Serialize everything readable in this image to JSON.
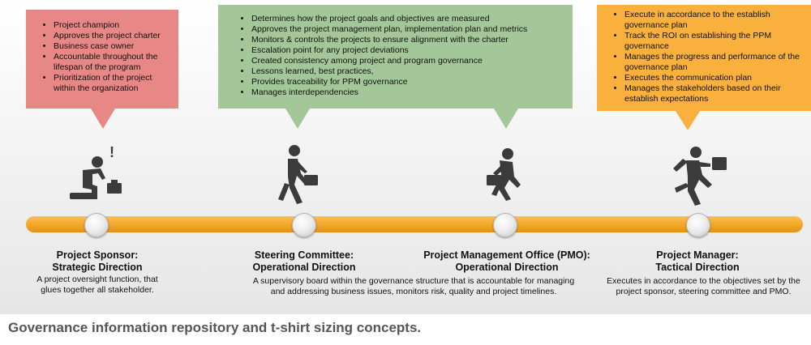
{
  "callouts": {
    "sponsor": [
      "Project champion",
      "Approves the project charter",
      "Business case owner",
      "Accountable throughout the lifespan of the program",
      "Prioritization of the project within the organization"
    ],
    "steering": [
      "Determines how the project goals and objectives are measured",
      "Approves the project management plan, implementation plan and metrics",
      "Monitors & controls the projects to ensure alignment with the charter",
      "Escalation point for any project deviations",
      "Created consistency among project and program governance",
      "Lessons learned, best practices,",
      "Provides traceability  for PPM governance",
      "Manages interdependencies"
    ],
    "manager": [
      "Execute in accordance to the establish governance plan",
      "Track the ROI on establishing the PPM governance",
      "Manages the progress and performance of the governance plan",
      "Executes the communication plan",
      "Manages the stakeholders based on their establish expectations"
    ]
  },
  "stages": {
    "sponsor": {
      "title": "Project Sponsor:",
      "subtitle": "Strategic Direction",
      "desc": "A project oversight function, that glues together all stakeholder."
    },
    "steering": {
      "title": "Steering Committee:",
      "subtitle": "Operational Direction",
      "desc": "A supervisory board within the governance structure that is accountable for managing and addressing business issues, monitors risk, quality and project timelines."
    },
    "pmo": {
      "title": "Project Management Office (PMO):",
      "subtitle": "Operational Direction"
    },
    "manager": {
      "title": "Project Manager:",
      "subtitle": "Tactical Direction",
      "desc": "Executes in accordance to the objectives set by the project sponsor, steering committee and PMO."
    }
  },
  "figures": {
    "sponsor_mark": "!"
  },
  "caption": "Governance information repository and t-shirt sizing concepts.",
  "colors": {
    "sponsor": "#e88886",
    "steering": "#a4c799",
    "manager": "#f9b03c",
    "timeline": "#f3a726",
    "figure": "#3b3b3b"
  }
}
